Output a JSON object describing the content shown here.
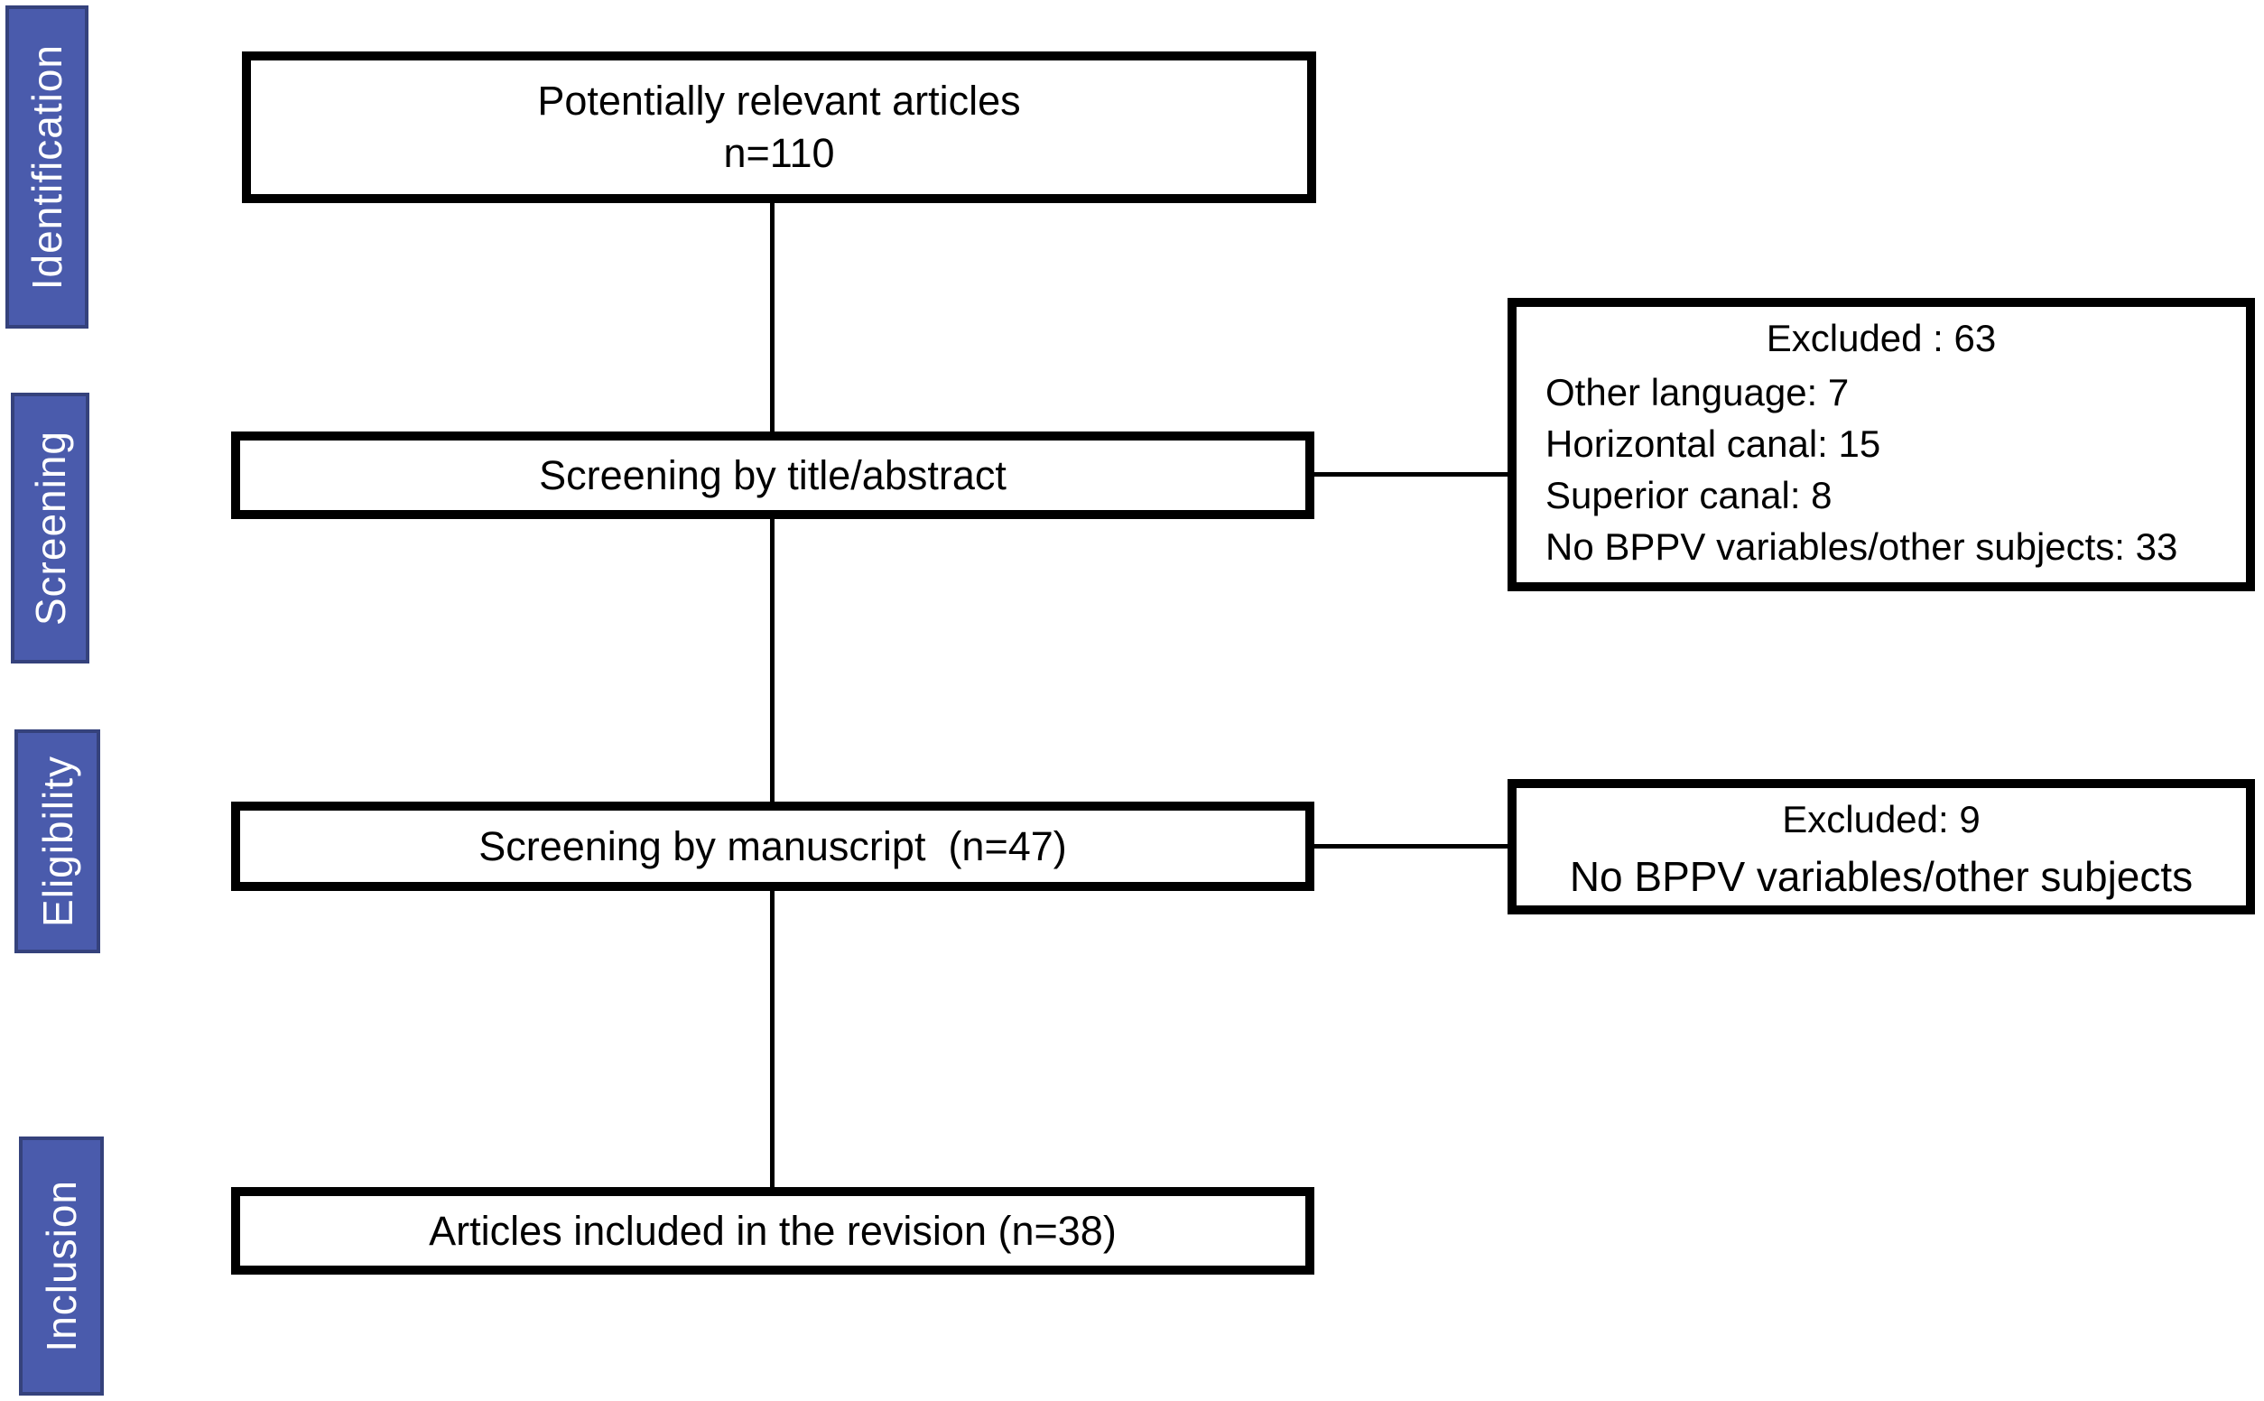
{
  "palette": {
    "stage_fill": "#4a5bac",
    "stage_border": "#35427c",
    "stage_text": "#ffffff",
    "box_fill": "#ffffff",
    "box_border": "#000000",
    "text_color": "#000000",
    "background": "#ffffff"
  },
  "stages": [
    {
      "label": "Identification"
    },
    {
      "label": "Screening"
    },
    {
      "label": "Eligibility"
    },
    {
      "label": "Inclusion"
    }
  ],
  "flow_boxes": [
    {
      "lines": [
        "Potentially relevant articles",
        "n=110"
      ]
    },
    {
      "lines": [
        "Screening by title/abstract"
      ]
    },
    {
      "lines": [
        "Screening by manuscript  (n=47)"
      ]
    },
    {
      "lines": [
        "Articles included in the revision (n=38)"
      ]
    }
  ],
  "exclusion_boxes": [
    {
      "title": "Excluded : 63",
      "items": [
        "Other language: 7",
        "Horizontal canal: 15",
        "Superior canal: 8",
        "No BPPV variables/other subjects: 33"
      ]
    },
    {
      "title": "Excluded: 9",
      "items": [
        "No BPPV variables/other subjects"
      ]
    }
  ]
}
